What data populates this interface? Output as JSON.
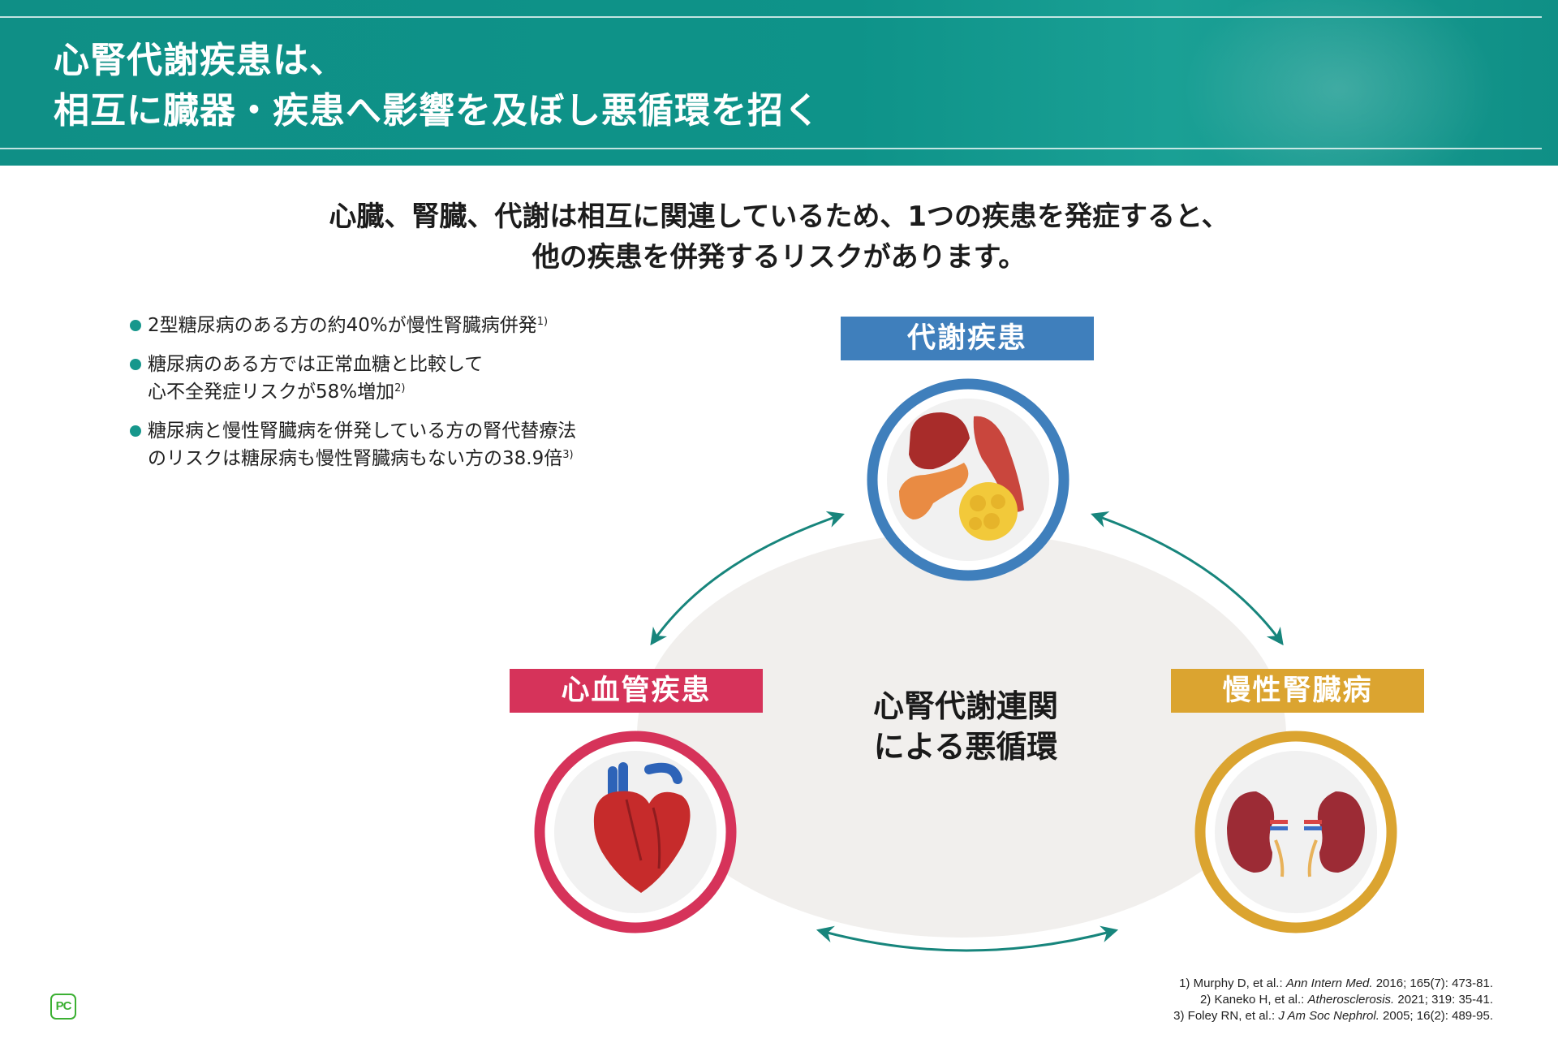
{
  "header": {
    "title_line1": "心腎代謝疾患は、",
    "title_line2": "相互に臓器・疾患へ影響を及ぼし悪循環を招く"
  },
  "subtitle": {
    "line1": "心臓、腎臓、代謝は相互に関連しているため、1つの疾患を発症すると、",
    "line2": "他の疾患を併発するリスクがあります。"
  },
  "facts": [
    {
      "lines": [
        "2型糖尿病のある方の約40%が慢性腎臓病併発"
      ],
      "ref": "1)"
    },
    {
      "lines": [
        "糖尿病のある方では正常血糖と比較して",
        "心不全発症リスクが58%増加"
      ],
      "ref": "2)"
    },
    {
      "lines": [
        "糖尿病と慢性腎臓病を併発している方の腎代替療法",
        "のリスクは糖尿病も慢性腎臓病もない方の38.9倍"
      ],
      "ref": "3)"
    }
  ],
  "diagram": {
    "metabolic_label": "代謝疾患",
    "cardio_label": "心血管疾患",
    "kidney_label": "慢性腎臓病",
    "center_line1": "心腎代謝連関",
    "center_line2": "による悪循環",
    "icons": {
      "metabolic": "liver-pancreas-fat-muscle-icon",
      "cardio": "heart-icon",
      "kidney": "kidneys-icon"
    }
  },
  "references": {
    "r1_author": "1) Murphy D, et al.: ",
    "r1_journal": "Ann Intern Med.",
    "r1_detail": " 2016; 165(7): 473-81.",
    "r2_author": "2) Kaneko H, et al.: ",
    "r2_journal": "Atherosclerosis.",
    "r2_detail": " 2021; 319: 35-41.",
    "r3_author": "3) Foley RN, et al.: ",
    "r3_journal": "J Am Soc Nephrol.",
    "r3_detail": " 2005; 16(2): 489-95."
  },
  "logo": {
    "text": "PC"
  },
  "colors": {
    "header": "#0f8f86",
    "metabolic": "#3f7fbc",
    "cardio": "#d6335a",
    "kidney": "#dba430",
    "arrow": "#17857c",
    "center_blob": "#f1efed"
  }
}
